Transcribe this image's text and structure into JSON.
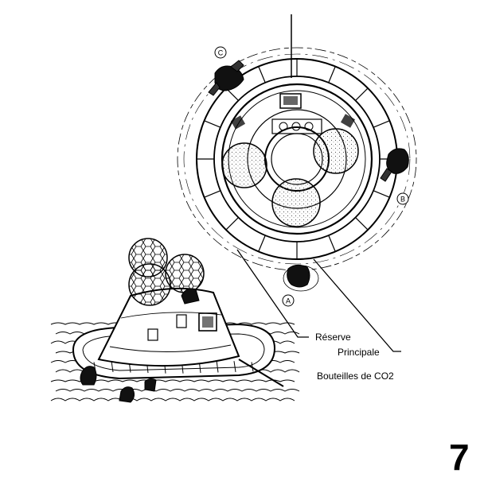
{
  "labels": {
    "reserve": "Réserve",
    "principale": "Principale",
    "bouteilles": "Bouteilles de CO2"
  },
  "markers": {
    "a": "A",
    "b": "B",
    "c": "C"
  },
  "page_number": "7",
  "colors": {
    "ink": "#000000",
    "paper": "#ffffff"
  }
}
